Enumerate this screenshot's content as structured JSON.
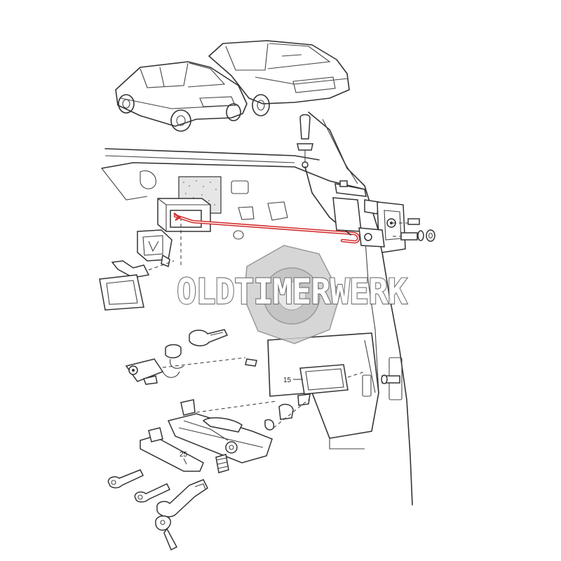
{
  "callouts": [
    {
      "id": "15",
      "text": "15"
    },
    {
      "id": "25",
      "text": "25"
    }
  ],
  "watermark": {
    "text": "OLDTIMERWERK"
  },
  "colors": {
    "linework": "#333333",
    "highlight": "#d22b2b",
    "background": "#ffffff",
    "watermark_fill": "#cfcfcf"
  }
}
